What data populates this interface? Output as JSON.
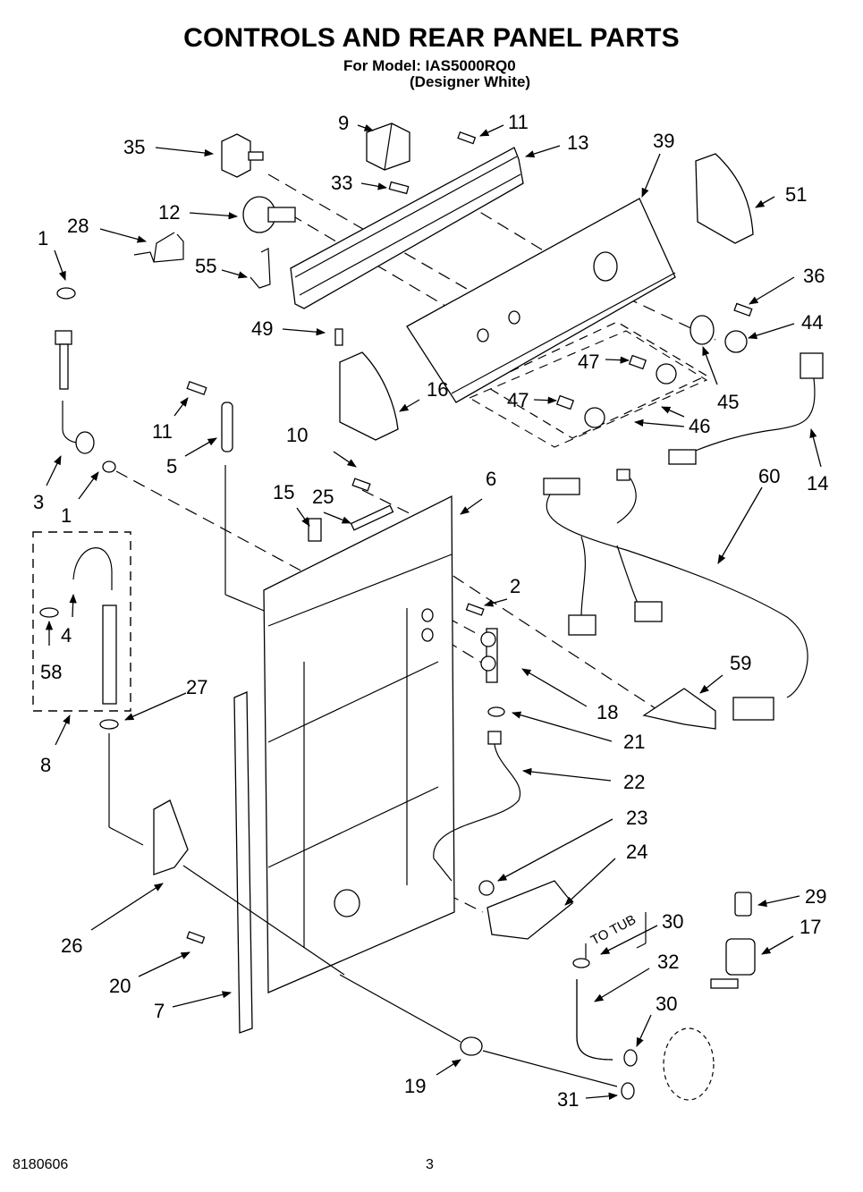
{
  "header": {
    "title": "CONTROLS AND REAR PANEL PARTS",
    "model": "For Model: IAS5000RQ0",
    "variant": "(Designer White)"
  },
  "footer": {
    "doc_number": "8180606",
    "page_number": "3"
  },
  "annotations": {
    "to_tub": "TO TUB"
  },
  "callouts": [
    {
      "id": "c35",
      "text": "35"
    },
    {
      "id": "c9",
      "text": "9"
    },
    {
      "id": "c11a",
      "text": "11"
    },
    {
      "id": "c13",
      "text": "13"
    },
    {
      "id": "c39",
      "text": "39"
    },
    {
      "id": "c33",
      "text": "33"
    },
    {
      "id": "c51",
      "text": "51"
    },
    {
      "id": "c12",
      "text": "12"
    },
    {
      "id": "c28",
      "text": "28"
    },
    {
      "id": "c1a",
      "text": "1"
    },
    {
      "id": "c55",
      "text": "55"
    },
    {
      "id": "c36",
      "text": "36"
    },
    {
      "id": "c49",
      "text": "49"
    },
    {
      "id": "c44",
      "text": "44"
    },
    {
      "id": "c47a",
      "text": "47"
    },
    {
      "id": "c16",
      "text": "16"
    },
    {
      "id": "c45",
      "text": "45"
    },
    {
      "id": "c47b",
      "text": "47"
    },
    {
      "id": "c11b",
      "text": "11"
    },
    {
      "id": "c46",
      "text": "46"
    },
    {
      "id": "c10",
      "text": "10"
    },
    {
      "id": "c5",
      "text": "5"
    },
    {
      "id": "c14",
      "text": "14"
    },
    {
      "id": "c60",
      "text": "60"
    },
    {
      "id": "c6",
      "text": "6"
    },
    {
      "id": "c15",
      "text": "15"
    },
    {
      "id": "c25",
      "text": "25"
    },
    {
      "id": "c3",
      "text": "3"
    },
    {
      "id": "c1b",
      "text": "1"
    },
    {
      "id": "c2",
      "text": "2"
    },
    {
      "id": "c4",
      "text": "4"
    },
    {
      "id": "c58",
      "text": "58"
    },
    {
      "id": "c59",
      "text": "59"
    },
    {
      "id": "c27",
      "text": "27"
    },
    {
      "id": "c18",
      "text": "18"
    },
    {
      "id": "c8",
      "text": "8"
    },
    {
      "id": "c21",
      "text": "21"
    },
    {
      "id": "c22",
      "text": "22"
    },
    {
      "id": "c23",
      "text": "23"
    },
    {
      "id": "c24",
      "text": "24"
    },
    {
      "id": "c29",
      "text": "29"
    },
    {
      "id": "c26",
      "text": "26"
    },
    {
      "id": "c30a",
      "text": "30"
    },
    {
      "id": "c17",
      "text": "17"
    },
    {
      "id": "c32",
      "text": "32"
    },
    {
      "id": "c20",
      "text": "20"
    },
    {
      "id": "c7",
      "text": "7"
    },
    {
      "id": "c30b",
      "text": "30"
    },
    {
      "id": "c19",
      "text": "19"
    },
    {
      "id": "c31",
      "text": "31"
    }
  ]
}
